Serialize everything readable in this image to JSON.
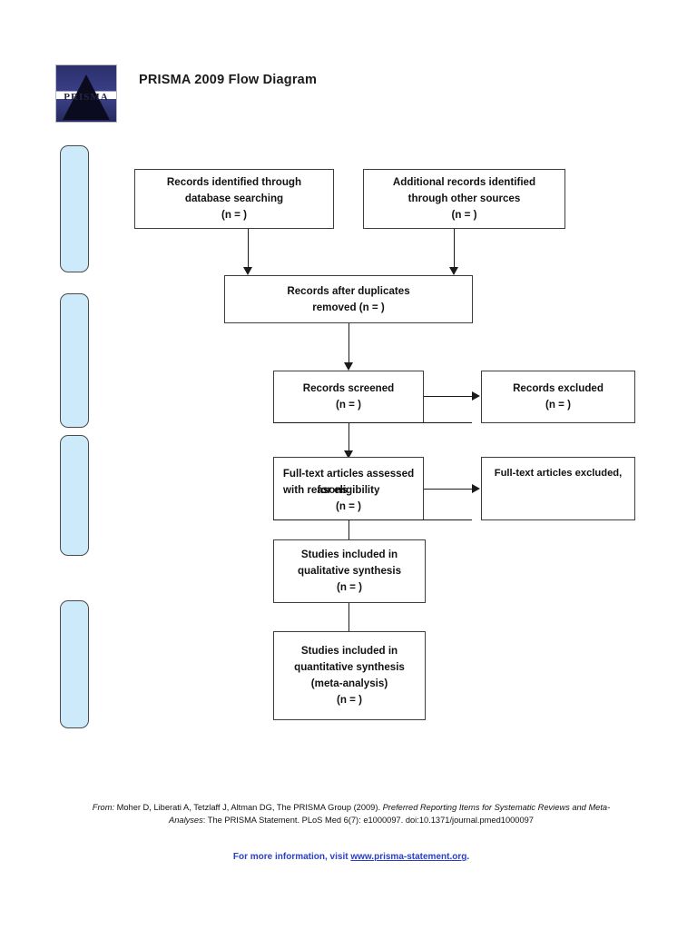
{
  "header": {
    "title": "PRISMA 2009 Flow Diagram",
    "logo_wordmark": "PRISMA",
    "logo_name": "prisma-logo"
  },
  "phases": [
    {
      "id": "identification",
      "label": ""
    },
    {
      "id": "screening",
      "label": ""
    },
    {
      "id": "eligibility",
      "label": ""
    },
    {
      "id": "included",
      "label": ""
    }
  ],
  "boxes": {
    "records_identified": {
      "line1": "Records identified through",
      "line2": "database searching",
      "line3": "(n =  )"
    },
    "additional_records": {
      "line1": "Additional records identified",
      "line2": "through other sources",
      "line3": "(n =  )"
    },
    "duplicates_removed": {
      "line1": "Records after duplicates",
      "line2": "removed (n =  )"
    },
    "records_screened": {
      "line1": "Records screened",
      "line2": "(n =  )"
    },
    "records_excluded": {
      "line1": "Records excluded",
      "line2": "(n =  )"
    },
    "fulltext_assessed": {
      "line1": "Full-text articles assessed",
      "line2": "for eligibility",
      "line2_overlap": "with reasons",
      "line3": "(n =  )"
    },
    "fulltext_excluded": {
      "line1": "Full-text articles excluded,"
    },
    "qualitative_synthesis": {
      "line1": "Studies included in",
      "line2": "qualitative synthesis",
      "line3": "(n =  )"
    },
    "quantitative_synthesis": {
      "line1": "Studies included in",
      "line2": "quantitative synthesis",
      "line3": "(meta-analysis)",
      "line4": "(n =  )"
    }
  },
  "footer": {
    "from_label": "From: ",
    "citation_part1": "Moher D, Liberati A, Tetzlaff J, Altman DG, The PRISMA Group (2009). ",
    "citation_italic": "Preferred Reporting Items for Systematic Reviews and Meta-",
    "citation_italic2": "Analyses",
    "citation_part2": ": The PRISMA Statement. PLoS Med 6(7): e1000097. doi:10.1371/journal.pmed1000097",
    "more_info_text": "For more information,  visit ",
    "url": "www.prisma-statement.org",
    "url_period": "."
  },
  "colors": {
    "phase_fill": "#cdeafb",
    "phase_border": "#4a4a4a",
    "box_border": "#3d3d3d",
    "link_blue": "#2b3ec4",
    "logo_blue": "#3a3f86"
  }
}
